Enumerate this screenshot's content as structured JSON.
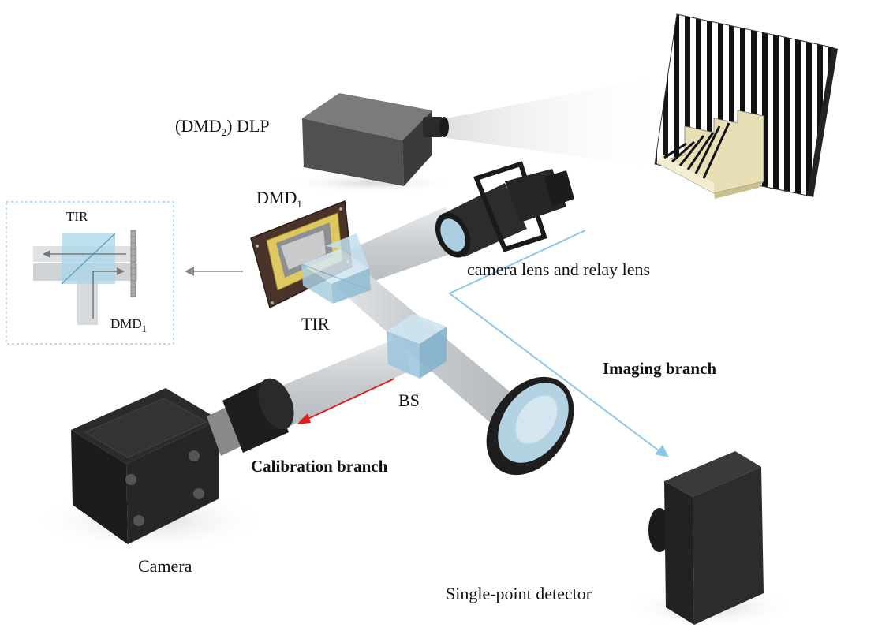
{
  "labels": {
    "dlp": {
      "main_a": "(DMD",
      "sub": "2",
      "main_b": ") DLP"
    },
    "dmd1": {
      "main": "DMD",
      "sub": "1"
    },
    "tir": "TIR",
    "bs": "BS",
    "camera_lens": "camera lens and relay lens",
    "imaging_branch": "Imaging branch",
    "calibration_branch": "Calibration branch",
    "camera": "Camera",
    "detector": "Single-point detector"
  },
  "inset": {
    "tir": "TIR",
    "dmd1": {
      "main": "DMD",
      "sub": "1"
    }
  },
  "colors": {
    "calibration_arrow": "#e0201c",
    "imaging_arrow": "#8cc8ea",
    "inset_border": "#8cc8ea",
    "beam": "#cfd3d6",
    "device_dark": "#1e1e1e",
    "projector": "#5a5b5d",
    "prism": "#a9cde0"
  }
}
